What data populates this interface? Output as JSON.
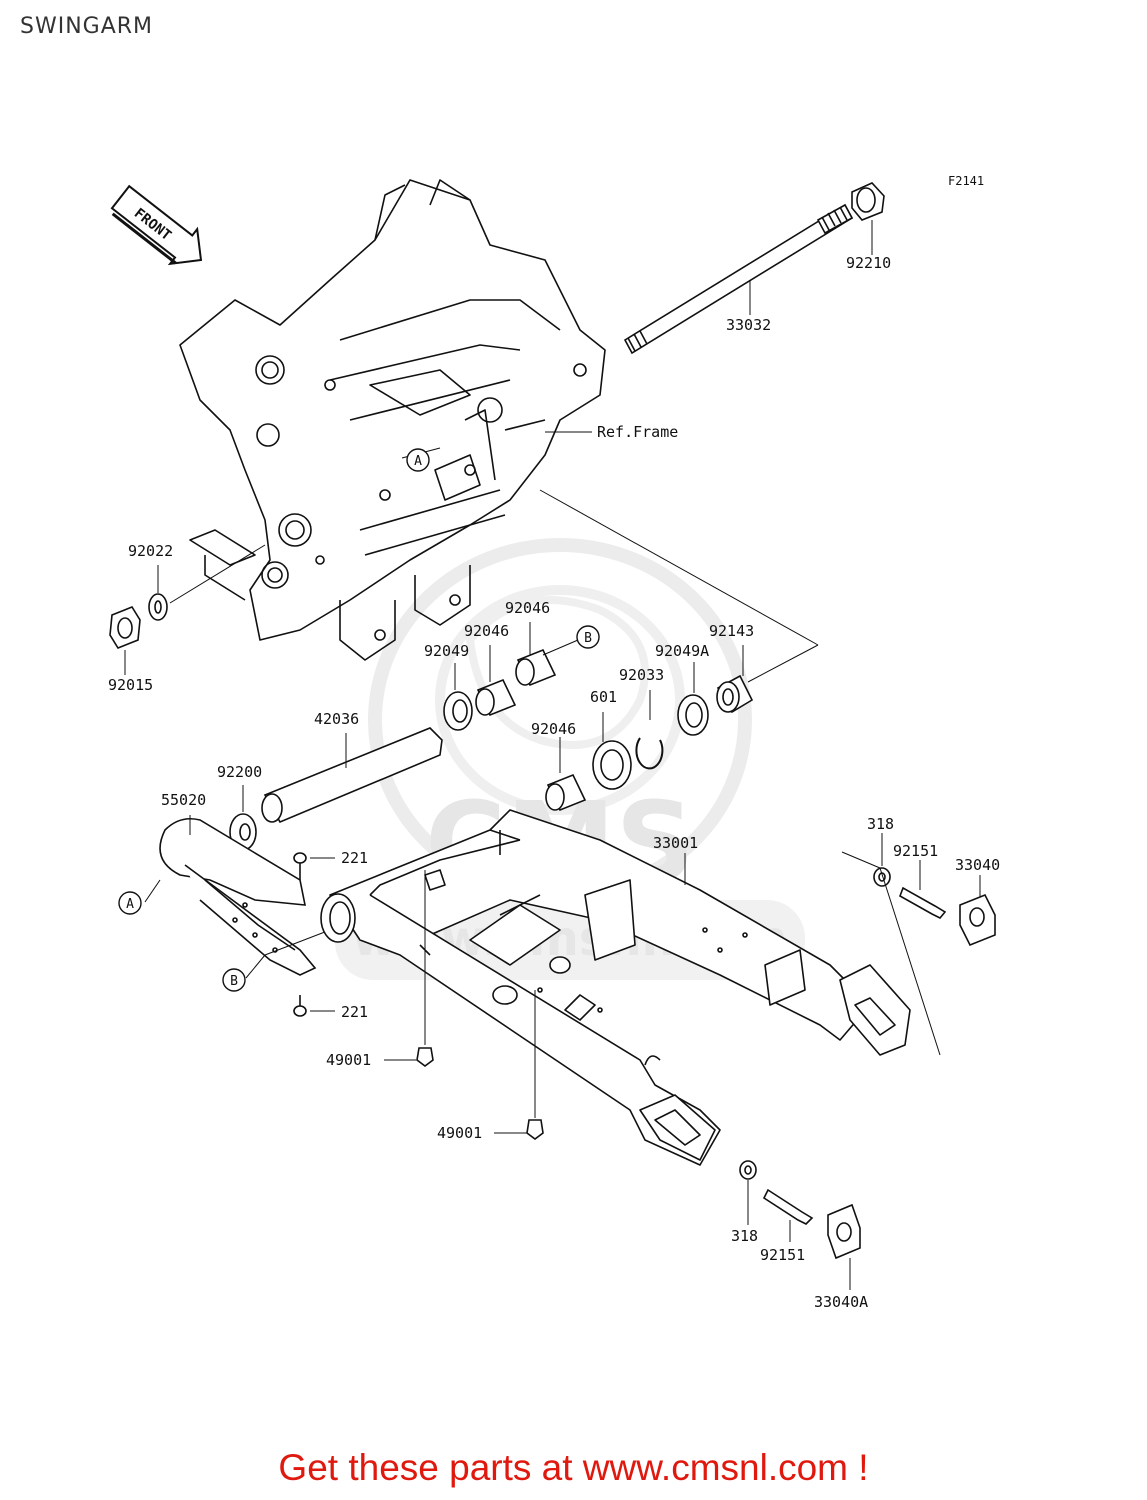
{
  "header": {
    "title": "SWINGARM"
  },
  "diagram": {
    "figure_code": "F2141",
    "direction_tag": "FRONT",
    "ref_frame": "Ref.Frame",
    "watermark": {
      "brand": "CMS",
      "url": "www.cmsnl.com"
    },
    "markers": {
      "a": "A",
      "b": "B"
    },
    "parts": {
      "p92210": "92210",
      "p33032": "33032",
      "p92022": "92022",
      "p92015": "92015",
      "p92046_top": "92046",
      "p92046_mid": "92046",
      "p92046_low": "92046",
      "p92049": "92049",
      "p92049A": "92049A",
      "p92143": "92143",
      "p92033": "92033",
      "p601": "601",
      "p42036": "42036",
      "p92200": "92200",
      "p55020": "55020",
      "p221_top": "221",
      "p221_bottom": "221",
      "p33001": "33001",
      "p318_top": "318",
      "p92151_top": "92151",
      "p33040": "33040",
      "p49001_top": "49001",
      "p49001_bottom": "49001",
      "p318_bottom": "318",
      "p92151_bottom": "92151",
      "p33040A": "33040A"
    }
  },
  "footer": {
    "cta": "Get these parts at www.cmsnl.com !"
  }
}
